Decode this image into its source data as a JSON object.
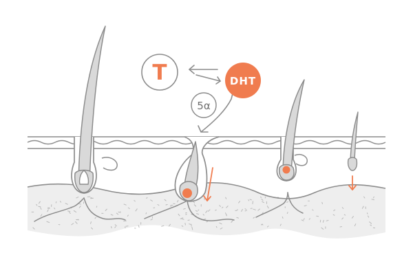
{
  "diagram": {
    "testosterone": {
      "label": "T"
    },
    "dht": {
      "label": "DHT"
    },
    "enzyme": {
      "label": "5α"
    },
    "colors": {
      "accent": "#f07c4f",
      "outline": "#8c8c8c",
      "hair_fill": "#d9d9d9",
      "tissue_fill": "#eeeeee",
      "dot": "#b9b9b9",
      "background": "#ffffff"
    }
  }
}
